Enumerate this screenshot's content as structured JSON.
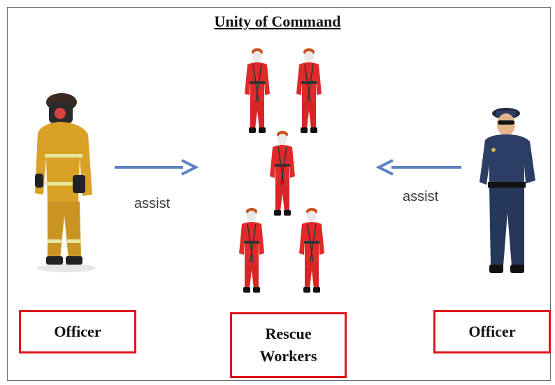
{
  "diagram": {
    "title": "Unity of Command",
    "left_arrow_label": "assist",
    "right_arrow_label": "assist",
    "left_box_label": "Officer",
    "center_box_line1": "Rescue",
    "center_box_line2": "Workers",
    "right_box_label": "Officer"
  },
  "colors": {
    "arrow": "#5b82c4",
    "box_border": "#e0151b",
    "rescue_suit": "#e02a2a",
    "firefighter_gear": "#d9a227",
    "police_uniform": "#2c3e63"
  },
  "icons": {
    "left_figure": "firefighter-icon",
    "right_figure": "police-officer-icon",
    "center_group": "rescue-worker-icon"
  }
}
